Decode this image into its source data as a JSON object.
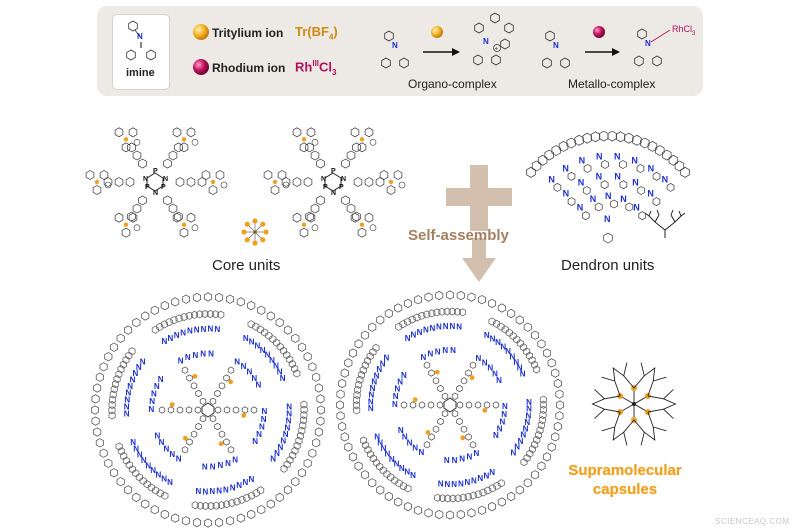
{
  "legend": {
    "imine_label": "imine",
    "tritylium_label": "Tritylium ion",
    "tritylium_formula": "Tr(BF",
    "tritylium_formula_sub": "4",
    "tritylium_formula_end": ")",
    "rhodium_label": "Rhodium ion",
    "rhodium_formula_base": "Rh",
    "rhodium_formula_sup": "III",
    "rhodium_formula_end": "Cl",
    "rhodium_formula_sub": "3",
    "organo_label": "Organo-complex",
    "metallo_label": "Metallo-complex",
    "rhcl3_label": "RhCl",
    "rhcl3_sub": "3"
  },
  "labels": {
    "core_units": "Core units",
    "dendron_units": "Dendron units",
    "self_assembly": "Self-assembly",
    "capsules_line1": "Supramolecular",
    "capsules_line2": "capsules",
    "watermark": "SCIENCEAQ.COM"
  },
  "colors": {
    "tritylium": "#f0a020",
    "rhodium": "#b0125c",
    "nitrogen": "#1a2fd1",
    "panel": "#ede9e5",
    "arrow": "#d2bfae"
  }
}
